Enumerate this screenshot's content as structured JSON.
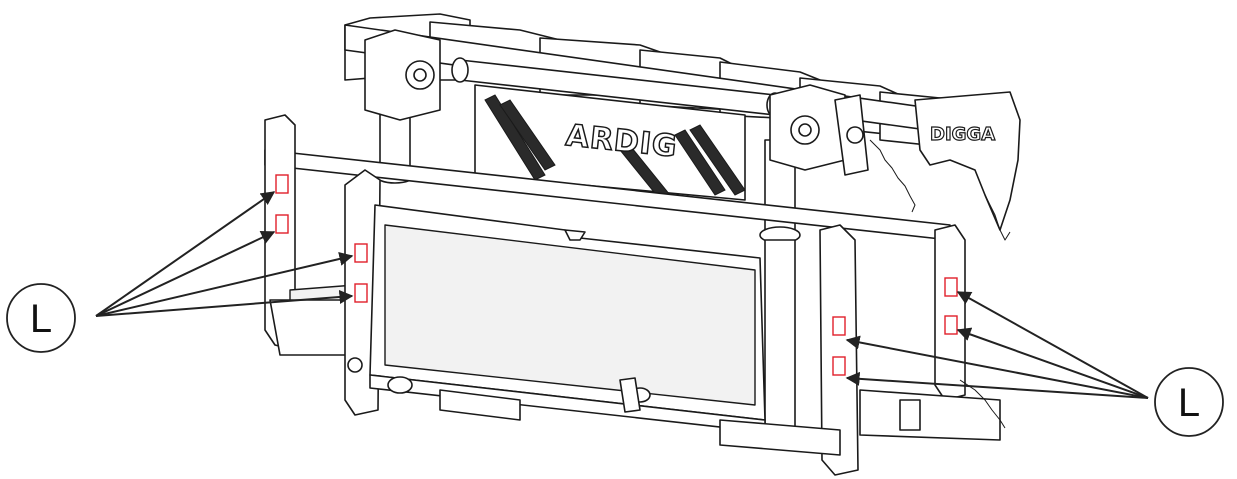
{
  "callouts": [
    {
      "id": "left",
      "label": "L"
    },
    {
      "id": "right",
      "label": "L"
    }
  ],
  "frame": {
    "logo_main": "ARDIG",
    "logo_grapple": "DIGGA"
  },
  "colors": {
    "line": "#1a1a1a",
    "highlight": "#e0202a",
    "background": "#ffffff"
  }
}
